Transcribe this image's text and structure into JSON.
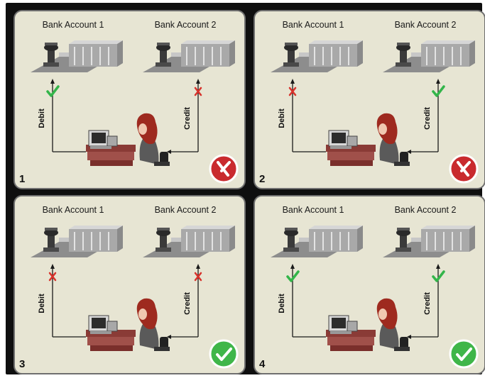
{
  "panels": [
    {
      "number": "1",
      "bank1_label": "Bank Account 1",
      "bank2_label": "Bank Account 2",
      "debit_label": "Debit",
      "credit_label": "Credit",
      "debit_status": "success",
      "credit_status": "failed",
      "result": "failure"
    },
    {
      "number": "2",
      "bank1_label": "Bank Account 1",
      "bank2_label": "Bank Account 2",
      "debit_label": "Debit",
      "credit_label": "Credit",
      "debit_status": "failed",
      "credit_status": "success",
      "result": "failure"
    },
    {
      "number": "3",
      "bank1_label": "Bank Account 1",
      "bank2_label": "Bank Account 2",
      "debit_label": "Debit",
      "credit_label": "Credit",
      "debit_status": "failed",
      "credit_status": "failed",
      "result": "success"
    },
    {
      "number": "4",
      "bank1_label": "Bank Account 1",
      "bank2_label": "Bank Account 2",
      "debit_label": "Debit",
      "credit_label": "Credit",
      "debit_status": "success",
      "credit_status": "success",
      "result": "success"
    }
  ],
  "colors": {
    "panel_bg": "#e7e5d3",
    "check": "#33b54a",
    "cross": "#d8322b",
    "fail_badge": "#c92a2e",
    "success_badge": "#3fb649"
  },
  "icons": {
    "success": "check-icon",
    "failure": "cross-icon",
    "result_success": "check-circle-icon",
    "result_failure": "wrench-circle-icon",
    "bank": "bank-building-icon",
    "user": "computer-user-icon"
  }
}
